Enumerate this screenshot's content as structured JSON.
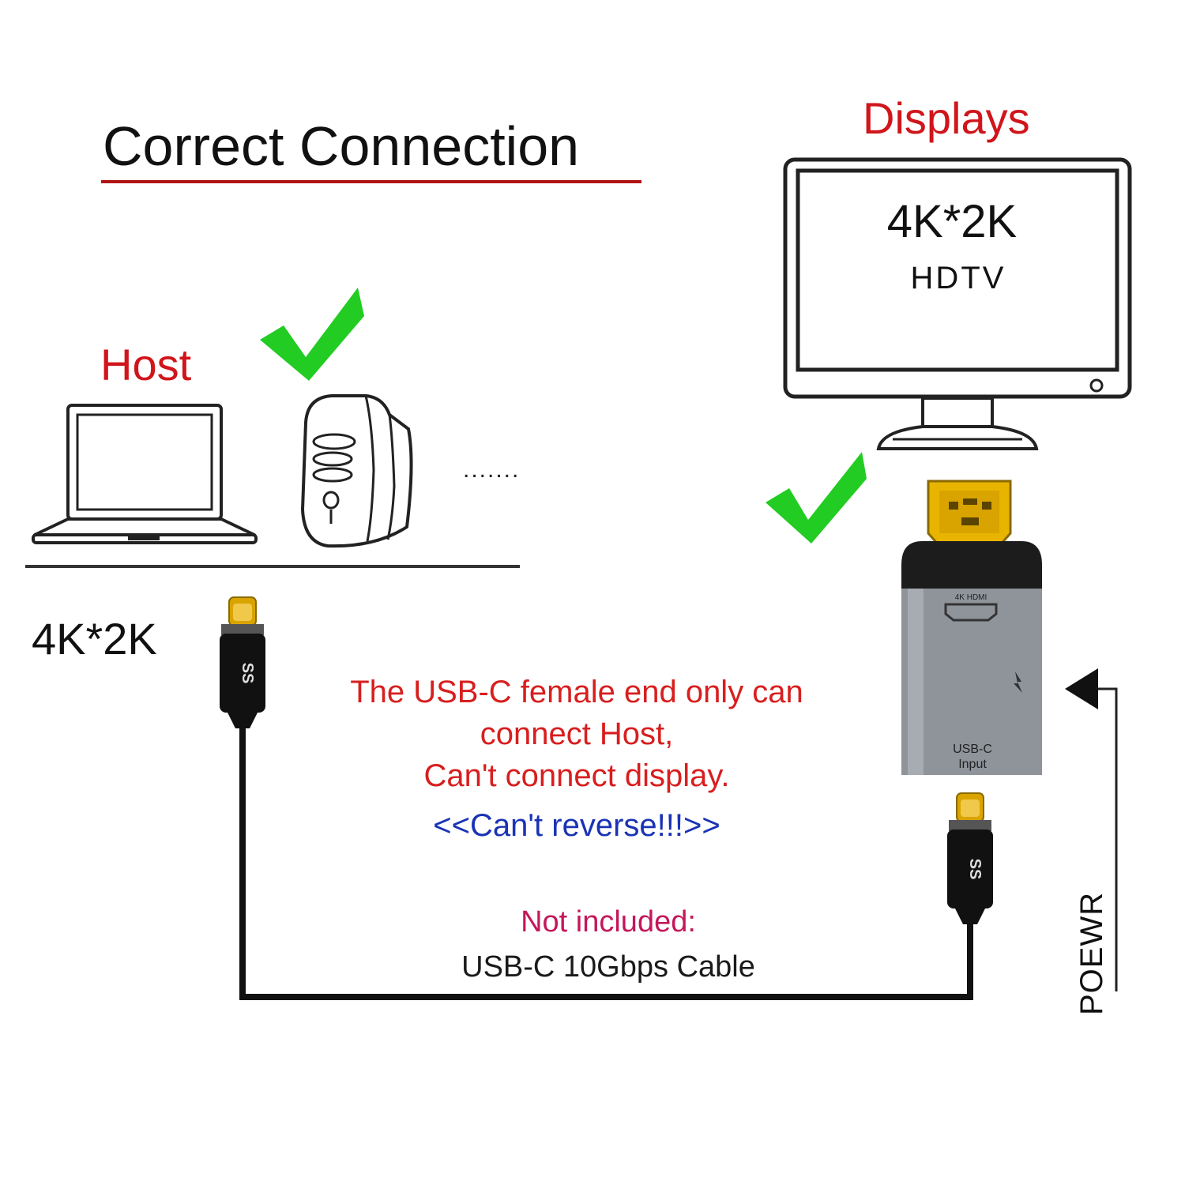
{
  "title": "Correct Connection",
  "host": {
    "label": "Host",
    "more": "......."
  },
  "displays": {
    "label": "Displays",
    "resolution": "4K*2K",
    "name": "HDTV"
  },
  "left_resolution": "4K*2K",
  "note": {
    "lines": [
      "The USB-C female end only can",
      "connect Host,",
      "Can't connect display."
    ],
    "reverse": "<<Can't reverse!!!>>"
  },
  "cable": {
    "not_included": "Not included:",
    "name": "USB-C 10Gbps Cable"
  },
  "adapter": {
    "port_label": "4K HDMI",
    "input_label_1": "USB-C",
    "input_label_2": "Input"
  },
  "power_label": "POEWR",
  "icons": [
    "laptop-icon",
    "desktop-tower-icon",
    "monitor-icon",
    "checkmark-icon",
    "hdmi-plug-icon",
    "usb-c-plug-icon",
    "ss-usb-logo-icon",
    "arrow-icon"
  ],
  "colors": {
    "title_underline": "#b01515",
    "label_red": "#d0151b",
    "note_red": "#d81e1e",
    "reverse_blue": "#1a33b5",
    "not_included_magenta": "#c4175a",
    "check_green": "#22cc22",
    "hdmi_gold": "#e8b400"
  }
}
